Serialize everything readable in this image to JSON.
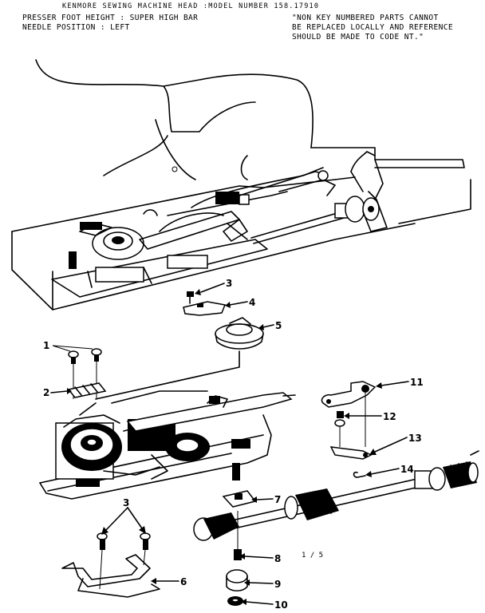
{
  "header": {
    "title": "KENMORE SEWING MACHINE HEAD :MODEL NUMBER 158.17910",
    "left_line1": "PRESSER FOOT HEIGHT : SUPER HIGH BAR",
    "left_line2": "NEEDLE POSITION : LEFT",
    "right_line1": "\"NON KEY NUMBERED PARTS CANNOT",
    "right_line2": "BE REPLACED LOCALLY AND REFERENCE",
    "right_line3": "SHOULD BE MADE TO CODE NT.\""
  },
  "callouts": {
    "c1": "1",
    "c2": "2",
    "c3_top": "3",
    "c3_bottom": "3",
    "c4": "4",
    "c5": "5",
    "c6": "6",
    "c7": "7",
    "c8": "8",
    "c9": "9",
    "c10": "10",
    "c11": "11",
    "c12": "12",
    "c13": "13",
    "c14": "14"
  },
  "page_mark": "1 / 5"
}
